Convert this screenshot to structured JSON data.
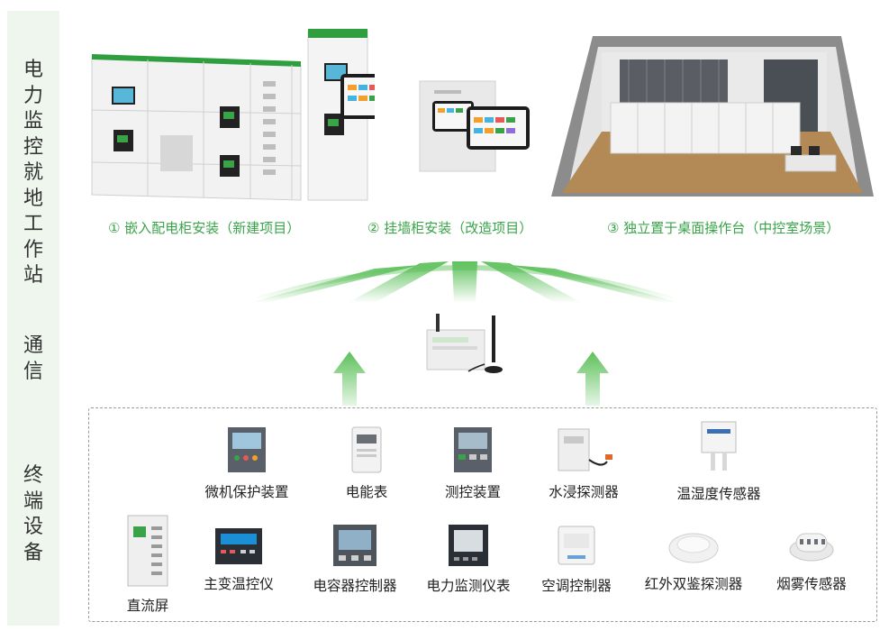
{
  "sidebar": {
    "sections": [
      {
        "chars": [
          "电",
          "力",
          "监",
          "控",
          "就",
          "地",
          "工",
          "作",
          "站"
        ]
      },
      {
        "chars": [
          "通",
          "信"
        ]
      },
      {
        "chars": [
          "终",
          "端",
          "设",
          "备"
        ]
      }
    ]
  },
  "scenarios": [
    {
      "caption": "① 嵌入配电柜安装（新建项目）"
    },
    {
      "caption": "②  挂墙柜安装（改造项目）"
    },
    {
      "caption": "③ 独立置于桌面操作台（中控室场景）"
    }
  ],
  "devices_row1": [
    {
      "label": "微机保护装置",
      "icon": "protection-relay"
    },
    {
      "label": "电能表",
      "icon": "energy-meter"
    },
    {
      "label": "测控装置",
      "icon": "measure-control-device"
    },
    {
      "label": "水浸探测器",
      "icon": "water-leak-detector"
    },
    {
      "label": "温湿度传感器",
      "icon": "temp-humidity-sensor"
    }
  ],
  "devices_row2": [
    {
      "label": "直流屏",
      "icon": "dc-panel"
    },
    {
      "label": "主变温控仪",
      "icon": "transformer-temp-controller"
    },
    {
      "label": "电容器控制器",
      "icon": "capacitor-controller"
    },
    {
      "label": "电力监测仪表",
      "icon": "power-monitor-meter"
    },
    {
      "label": "空调控制器",
      "icon": "ac-controller"
    },
    {
      "label": "红外双鉴探测器",
      "icon": "infrared-detector"
    },
    {
      "label": "烟雾传感器",
      "icon": "smoke-sensor"
    }
  ],
  "colors": {
    "accent_green": "#3aa34a",
    "sidebar_bg": "#eef6ee",
    "arrow_green": "#7fcf7a"
  }
}
